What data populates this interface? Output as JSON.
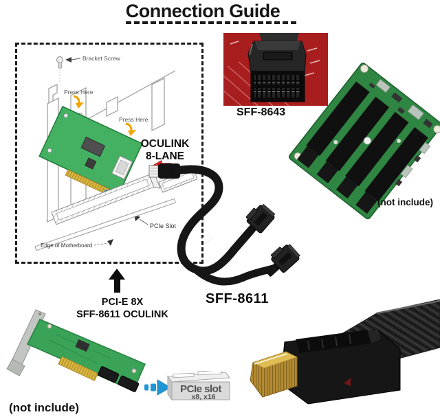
{
  "title": "Connection Guide",
  "installation_diagram": {
    "bracket_screw_label": "Bracket Screw",
    "press_here_top_label": "Press Here",
    "press_here_right_label": "Press Here",
    "oculink_line1": "OCULINK",
    "oculink_line2": "8-LANE",
    "pcie_slot_label": "PCIe Slot",
    "motherboard_edge_label": "Edge of Motherboard"
  },
  "sff8643_photo": {
    "caption": "SFF-8643"
  },
  "riser_board": {
    "note": "(not include)"
  },
  "cable": {
    "label": "SFF-8611"
  },
  "adapter_card": {
    "caption_line1": "PCI-E 8X",
    "caption_line2": "SFF-8611 OCULINK",
    "note": "(not include)"
  },
  "pcie_slot_graphic": {
    "line1": "PCIe slot",
    "line2": "x8, x16"
  },
  "colors": {
    "card_green": "#44b061",
    "riser_green": "#2f8542",
    "pcb_red": "#a81d1d",
    "cable_black": "#161616",
    "arrow_red": "#e02020",
    "arrow_blue": "#2196d6",
    "press_yellow": "#f0a500",
    "gold": "#d9b63e"
  }
}
